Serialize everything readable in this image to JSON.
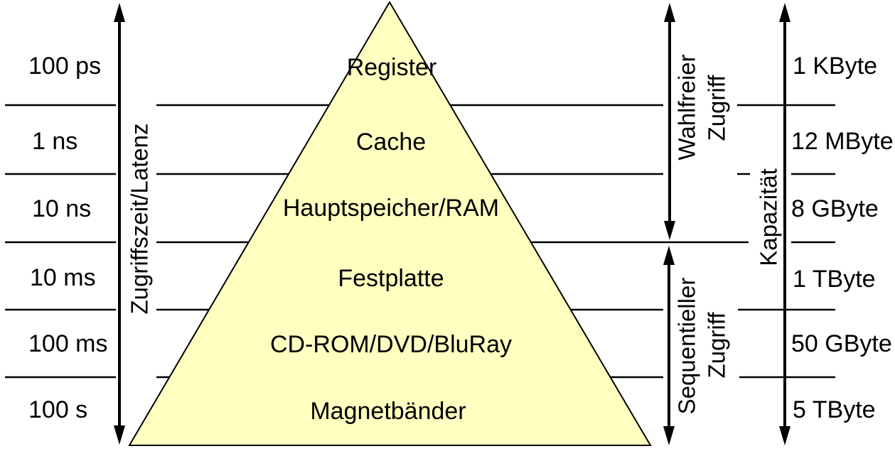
{
  "diagram": {
    "type": "memory-hierarchy-pyramid",
    "levels": [
      {
        "name": "Register",
        "access_time": "100 ps",
        "capacity": "1 KByte",
        "color": "#000000"
      },
      {
        "name": "Cache",
        "access_time": "1 ns",
        "capacity": "12 MByte",
        "color": "#3366FF"
      },
      {
        "name": "Hauptspeicher/RAM",
        "access_time": "10 ns",
        "capacity": "8 GByte",
        "color": "#3366FF"
      },
      {
        "name": "Festplatte",
        "access_time": "10 ms",
        "capacity": "1 TByte",
        "color": "#000000"
      },
      {
        "name": "CD-ROM/DVD/BluRay",
        "access_time": "100 ms",
        "capacity": "50 GByte",
        "color": "#000000"
      },
      {
        "name": "Magnetbänder",
        "access_time": "100 s",
        "capacity": "5 TByte",
        "color": "#000000"
      }
    ],
    "axes": {
      "latency_label": "Zugriffszeit/Latenz",
      "capacity_label": "Kapazität",
      "random_access_line1": "Wahlfreier",
      "random_access_line2": "Zugriff",
      "sequential_access_line1": "Sequentieller",
      "sequential_access_line2": "Zugriff"
    },
    "colors": {
      "pyramid_fill": "#FFFFC0",
      "outline": "#000000",
      "highlight_text": "#3366FF",
      "default_text": "#000000",
      "background": "#FFFFFF"
    }
  }
}
